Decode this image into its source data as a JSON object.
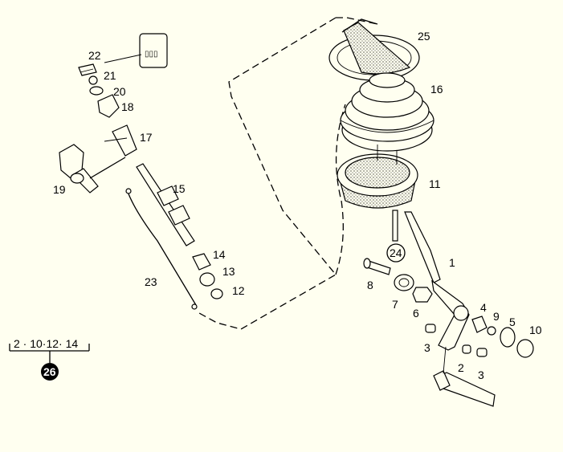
{
  "parts": [
    {
      "id": "p1",
      "label": "1"
    },
    {
      "id": "p2",
      "label": "2"
    },
    {
      "id": "p3a",
      "label": "3"
    },
    {
      "id": "p3b",
      "label": "3"
    },
    {
      "id": "p4",
      "label": "4"
    },
    {
      "id": "p5",
      "label": "5"
    },
    {
      "id": "p6",
      "label": "6"
    },
    {
      "id": "p7",
      "label": "7"
    },
    {
      "id": "p8",
      "label": "8"
    },
    {
      "id": "p9",
      "label": "9"
    },
    {
      "id": "p10",
      "label": "10"
    },
    {
      "id": "p11",
      "label": "11"
    },
    {
      "id": "p12",
      "label": "12"
    },
    {
      "id": "p13",
      "label": "13"
    },
    {
      "id": "p14",
      "label": "14"
    },
    {
      "id": "p15",
      "label": "15"
    },
    {
      "id": "p16",
      "label": "16"
    },
    {
      "id": "p17",
      "label": "17"
    },
    {
      "id": "p18",
      "label": "18"
    },
    {
      "id": "p19",
      "label": "19"
    },
    {
      "id": "p20",
      "label": "20"
    },
    {
      "id": "p21",
      "label": "21"
    },
    {
      "id": "p22",
      "label": "22"
    },
    {
      "id": "p23",
      "label": "23"
    },
    {
      "id": "p24",
      "label": "24"
    },
    {
      "id": "p25",
      "label": "25"
    }
  ],
  "kit": {
    "text": "2 · 10·12· 14",
    "badge": "26"
  }
}
